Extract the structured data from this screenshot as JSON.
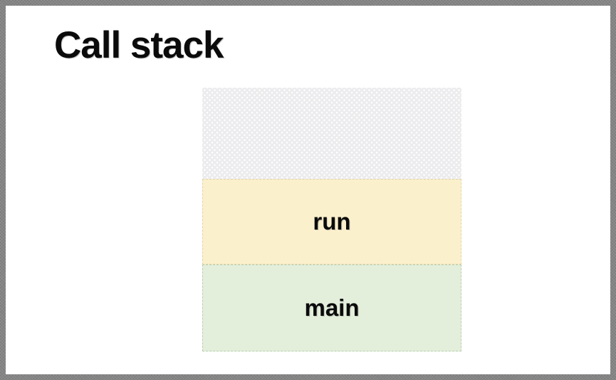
{
  "slide": {
    "title": "Call stack",
    "background_color": "#ffffff",
    "border_color": "#848484"
  },
  "stack": {
    "description": "call-stack-diagram",
    "frames": [
      {
        "label": "",
        "fill": "#ececee",
        "role": "empty-frame"
      },
      {
        "label": "run",
        "fill": "#fbf0cc",
        "role": "stack-frame"
      },
      {
        "label": "main",
        "fill": "#e3eedb",
        "role": "stack-frame"
      }
    ]
  }
}
